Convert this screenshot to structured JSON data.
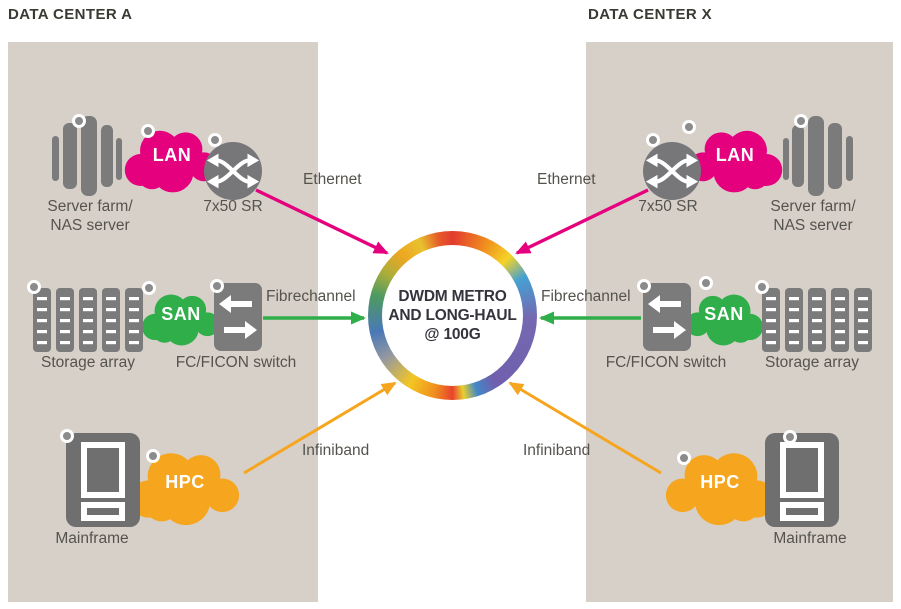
{
  "left": {
    "title": "DATA CENTER A"
  },
  "right": {
    "title": "DATA CENTER X"
  },
  "ring": {
    "line1": "DWDM METRO",
    "line2": "AND LONG-HAUL",
    "line3": "@ 100G"
  },
  "links": {
    "ethernet": "Ethernet",
    "fibrechannel": "Fibrechannel",
    "infiniband": "Infiniband"
  },
  "clouds": {
    "lan": "LAN",
    "san": "SAN",
    "hpc": "HPC"
  },
  "labels": {
    "server_farm_line1": "Server farm/",
    "server_farm_line2": "NAS server",
    "switch_7x50": "7x50 SR",
    "storage": "Storage array",
    "ficon": "FC/FICON switch",
    "mainframe": "Mainframe"
  },
  "colors": {
    "panel_beige": "#d7d0c9",
    "ethernet_magenta": "#e5007d",
    "fibrechannel_green": "#2fae49",
    "infiniband_orange": "#f6a51f",
    "icon_gray": "#7b7b7b",
    "text_gray": "#55534d"
  }
}
